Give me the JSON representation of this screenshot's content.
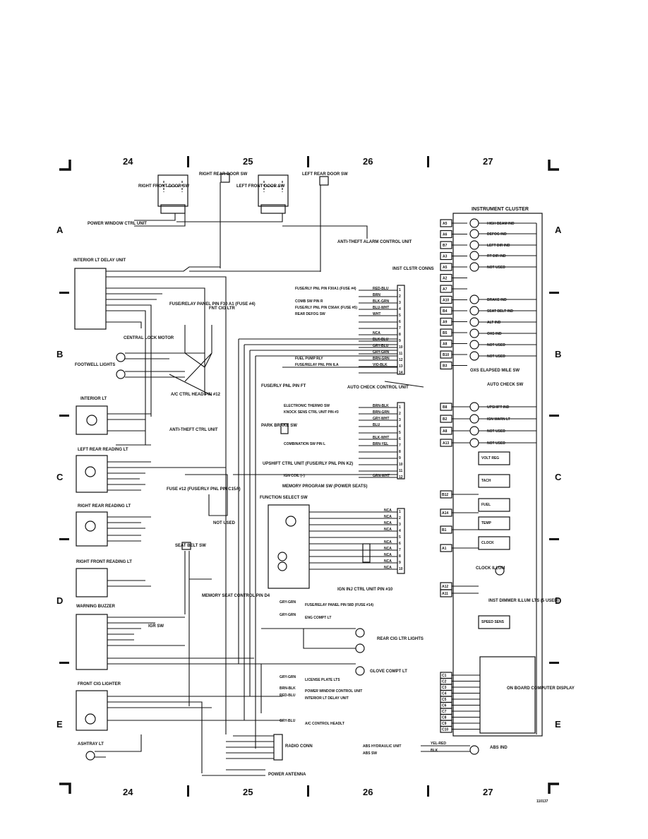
{
  "grid": {
    "columns": [
      "24",
      "25",
      "26",
      "27"
    ],
    "rows": [
      "A",
      "B",
      "C",
      "D",
      "E"
    ]
  },
  "components": {
    "right_front_door_sw": "RIGHT FRONT DOOR SW",
    "right_rear_door_sw": "RIGHT REAR DOOR SW",
    "left_front_door_sw": "LEFT FRONT DOOR SW",
    "left_rear_door_sw": "LEFT REAR DOOR SW",
    "power_window_ctrl_unit": "POWER WINDOW CTRL UNIT",
    "anti_theft_alarm": "ANTI-THEFT ALARM CONTROL UNIT",
    "interior_lt_delay_unit": "INTERIOR LT DELAY UNIT",
    "central_lock_motor": "CENTRAL LOCK MOTOR",
    "fuse_relay_panel": "FUSE/RELAY PANEL PIN F30 A1 (FUSE #4)",
    "fnt_cig_ltr": "FNT CIG LTR",
    "footwell_lights": "FOOTWELL LIGHTS",
    "ac_ctrl_head": "A/C CTRL HEAD PIN #12",
    "interior_lt": "INTERIOR LT",
    "anti_theft_ctrl_unit": "ANTI-THEFT CTRL UNIT",
    "left_rear_reading_lt": "LEFT REAR READING LT",
    "fuse12": "FUSE #12 (FUSE/RLY PNL PIN C15A)",
    "not_used": "NOT USED",
    "right_rear_reading_lt": "RIGHT REAR READING LT",
    "right_front_reading_lt": "RIGHT FRONT READING LT",
    "seat_belt_sw": "SEAT BELT SW",
    "memory_seat": "MEMORY SEAT CONTROL PIN D4",
    "warning_buzzer": "WARNING BUZZER",
    "front_cig_lighter": "FRONT CIG LIGHTER",
    "ashtray_lt": "ASHTRAY LT",
    "inst_clstr_conns": "INST CLSTR CONNS",
    "function_select_sw": "FUNCTION SELECT SW",
    "ign_inj_ctrl": "IGN INJ CTRL UNIT PIN #10",
    "rear_cig_ltr_lights": "REAR CIG LTR LIGHTS",
    "glove_compt_lt": "GLOVE COMPT LT",
    "radio_conn": "RADIO CONN",
    "power_antenna": "POWER ANTENNA",
    "instrument_cluster": "INSTRUMENT CLUSTER",
    "on_board_computer": "ON BOARD COMPUTER DISPLAY",
    "auto_check_sw": "AUTO CHECK SW",
    "clock_illum": "CLOCK ILLUM",
    "inst_dimmer": "INST DIMMER ILLUM LTS (5 USED)"
  },
  "cluster": {
    "conn_a": [
      "A5",
      "A6",
      "B7",
      "A3",
      "A5",
      "A2",
      "A7",
      "A10",
      "B4",
      "A9",
      "B5",
      "A8",
      "B10",
      "B3"
    ],
    "lamps_a": [
      "HIGH BEAM IND",
      "DEFOG IND",
      "LEFT DIR IND",
      "RT DIR IND",
      "NOT USED",
      "BRAKE IND",
      "SEAT BELT IND",
      "ALT IND",
      "OXS IND",
      "NOT USED",
      "NOT USED"
    ],
    "oxs_elapsed": "OXS ELAPSED MILE SW",
    "conn_b": [
      "B8",
      "B2",
      "A8",
      "A13"
    ],
    "lamps_b": [
      "UPSHIFT IND",
      "IGN WARN LT",
      "NOT USED",
      "NOT USED"
    ],
    "gauges": [
      "VOLT REG",
      "TACH",
      "FUEL",
      "TEMP",
      "CLOCK",
      "SPEED SENS"
    ],
    "gauge_pins": [
      "B12",
      "A14",
      "B1",
      "A1",
      "A12",
      "A11"
    ],
    "computer_pins": [
      "C1",
      "C2",
      "C3",
      "C4",
      "C5",
      "C6",
      "C7",
      "C8",
      "C9",
      "C10"
    ]
  },
  "conn_a_rows": [
    {
      "pin": "1",
      "label": "FUSE/RLY PNL PIN F30A1 (FUSE #4)",
      "wire": "RED-BLU"
    },
    {
      "pin": "2",
      "label": "",
      "wire": "BRN"
    },
    {
      "pin": "3",
      "label": "COMB SW PIN R",
      "wire": "BLK-GRN"
    },
    {
      "pin": "4",
      "label": "FUSE/RLY PNL PIN C56AK (FUSE #5)",
      "wire": "BLU-WHT"
    },
    {
      "pin": "5",
      "label": "REAR DEFOG SW",
      "wire": "WHT"
    },
    {
      "pin": "6",
      "label": "",
      "wire": ""
    },
    {
      "pin": "7",
      "label": "",
      "wire": ""
    },
    {
      "pin": "8",
      "label": "",
      "wire": "NCA"
    },
    {
      "pin": "9",
      "label": "",
      "wire": "BLK-BLU"
    },
    {
      "pin": "10",
      "label": "",
      "wire": "GRY-BLU"
    },
    {
      "pin": "11",
      "label": "",
      "wire": "GRY-GRN"
    },
    {
      "pin": "12",
      "label": "FUEL PUMP RLY",
      "wire": "BRN-GRN"
    },
    {
      "pin": "13",
      "label": "FUSE/RELAY PNL PIN ILA",
      "wire": "VIO-BLK"
    },
    {
      "pin": "14",
      "label": "",
      "wire": ""
    }
  ],
  "conn_b_rows": [
    {
      "pin": "1",
      "label": "ELECTRONIC THERMO SW",
      "wire": "BRN-BLK"
    },
    {
      "pin": "2",
      "label": "KNOCK SENS CTRL UNIT PIN #3",
      "wire": "BRN-GRN"
    },
    {
      "pin": "3",
      "label": "",
      "wire": "GRY-WHT"
    },
    {
      "pin": "4",
      "label": "",
      "wire": "BLU"
    },
    {
      "pin": "5",
      "label": "",
      "wire": ""
    },
    {
      "pin": "6",
      "label": "",
      "wire": "BLK-WHT"
    },
    {
      "pin": "7",
      "label": "COMBINATION SW PIN L",
      "wire": "BRN-YEL"
    },
    {
      "pin": "8",
      "label": "",
      "wire": ""
    },
    {
      "pin": "9",
      "label": "",
      "wire": ""
    },
    {
      "pin": "10",
      "label": "",
      "wire": ""
    },
    {
      "pin": "11",
      "label": "",
      "wire": ""
    },
    {
      "pin": "12",
      "label": "IGN COIL (−)",
      "wire": "GRN-WHT"
    }
  ],
  "conn_c_rows": [
    "NCA",
    "NCA",
    "NCA",
    "NCA",
    "",
    "NCA",
    "NCA",
    "NCA",
    "NCA",
    "NCA"
  ],
  "right_notes": [
    {
      "wire": "GRY-GRN",
      "text": "FUSE/RELAY PANEL PIN 58D (FUSE #14)"
    },
    {
      "wire": "GRY-GRN",
      "text": "ENG COMPT LT"
    },
    {
      "wire": "GRY-GRN",
      "text": "LICENSE PLATE LTS"
    },
    {
      "wire": "BRN-BLK",
      "text": "POWER WINDOW CONTROL UNIT"
    },
    {
      "wire": "RED-BLU",
      "text": "INTERIOR LT DELAY UNIT"
    },
    {
      "wire": "GRY-BLU",
      "text": "A/C CONTROL HEADLT"
    },
    {
      "wire": "YEL-RED",
      "text": "ABS HYDRAULIC UNIT"
    },
    {
      "wire": "BLK",
      "text": "ABS SW"
    }
  ],
  "misc_text": {
    "fuse_relay_pnl_ft": "FUSE/RLY PNL PIN FT",
    "auto_check_ctrl": "AUTO CHECK CONTROL UNIT",
    "upshift_ctrl": "UPSHIFT CTRL UNIT (FUSE/RLY PNL PIN K2)",
    "park_brake_sw": "PARK BRAKE SW",
    "memory_program_sw": "MEMORY PROGRAM SW (POWER SEATS)",
    "igr_sw": "IGR SW",
    "abs_ind": "ABS IND",
    "fig_id": "110137"
  }
}
